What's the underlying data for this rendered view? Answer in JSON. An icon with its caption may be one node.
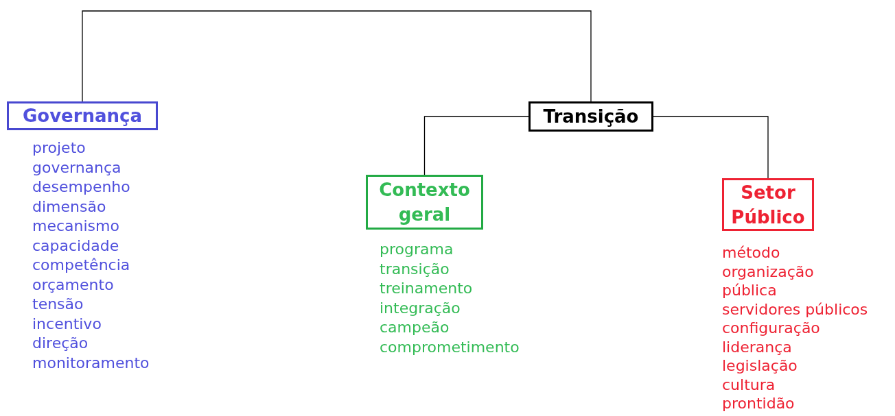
{
  "diagram": {
    "nodes": [
      {
        "text": [
          "Governança"
        ],
        "beside": [
          "projeto",
          "governança",
          "desempenho",
          "dimensão",
          "mecanismo",
          "capacidade",
          "competência",
          "orçamento",
          "tensão",
          "incentivo",
          "direção",
          "monitoramento"
        ]
      },
      {
        "text": [
          "Transição"
        ]
      },
      {
        "text": [
          "Contexto geral"
        ],
        "beside": [
          "programa",
          "transição",
          "treinamento",
          "integração",
          "campeão",
          "comprometimento"
        ]
      },
      {
        "text": [
          "Setor Público"
        ],
        "beside": [
          "método",
          "organização",
          "pública",
          "servidores públicos",
          "configuração",
          "liderança",
          "legislação",
          "cultura",
          "prontidão"
        ]
      }
    ],
    "edges": [
      {
        "from": 0,
        "to": 1,
        "arrow": "none"
      },
      {
        "from": 1,
        "to": 2,
        "arrow": "none"
      },
      {
        "from": 1,
        "to": 3,
        "arrow": "none"
      }
    ]
  }
}
